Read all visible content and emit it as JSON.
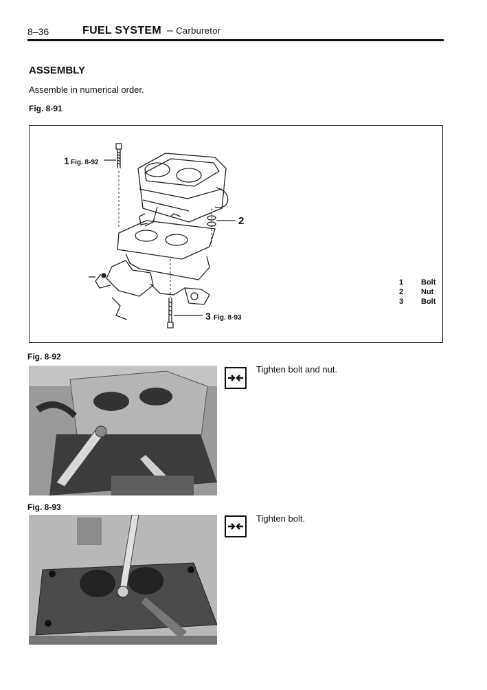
{
  "header": {
    "page_number": "8–36",
    "section": "FUEL SYSTEM",
    "dash": "–",
    "subsection": "Carburetor"
  },
  "heading": "ASSEMBLY",
  "intro": "Assemble in numerical order.",
  "figure_91": {
    "label": "Fig. 8-91",
    "callouts": [
      {
        "num": "1",
        "ref": "Fig. 8-92"
      },
      {
        "num": "2",
        "ref": ""
      },
      {
        "num": "3",
        "ref": "Fig. 8-93"
      }
    ],
    "legend": [
      {
        "num": "1",
        "part": "Bolt"
      },
      {
        "num": "2",
        "part": "Nut"
      },
      {
        "num": "3",
        "part": "Bolt"
      }
    ]
  },
  "figure_92": {
    "label": "Fig. 8-92",
    "icon": "torque-wrench-arrows-icon",
    "instruction": "Tighten bolt and nut."
  },
  "figure_93": {
    "label": "Fig. 8-93",
    "icon": "torque-wrench-arrows-icon",
    "instruction": "Tighten bolt."
  }
}
